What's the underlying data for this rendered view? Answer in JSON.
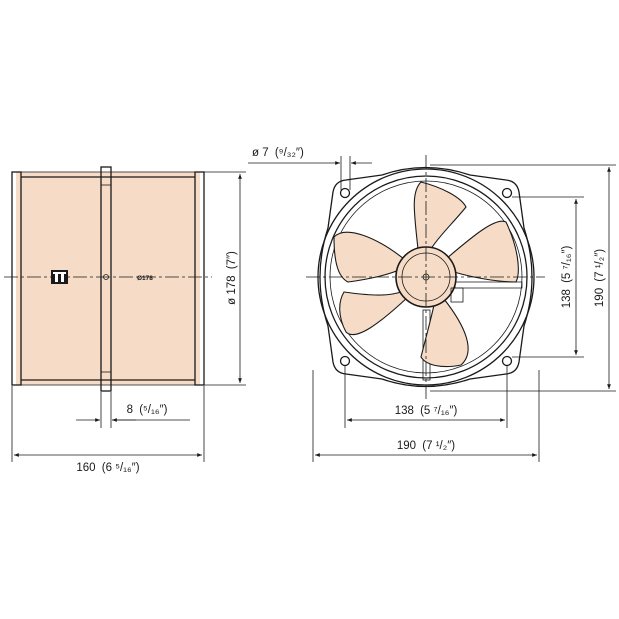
{
  "colors": {
    "line": "#1a1a1a",
    "fill": "#f6dcc6",
    "background": "#ffffff"
  },
  "side_view": {
    "inner_diameter_label": "Ø178",
    "logo_icon": "manufacturer-logo-icon"
  },
  "dimensions": {
    "overall_length": {
      "value": "160",
      "fraction": "(6 ⁵/₁₆″)"
    },
    "flange_width": {
      "value": "8",
      "fraction": "(⁵/₁₆″)"
    },
    "body_diameter": {
      "value": "ø 178",
      "fraction": "(7″)"
    },
    "hole_diameter": {
      "value": "ø 7",
      "fraction": "(⁹/₃₂″)"
    },
    "hole_spacing_horizontal": {
      "value": "138",
      "fraction": "(5 ⁷/₁₆″)"
    },
    "hole_spacing_vertical": {
      "value": "138",
      "fraction": "(5 ⁷/₁₆″)"
    },
    "overall_width": {
      "value": "190",
      "fraction": "(7 ¹/₂″)"
    },
    "overall_height": {
      "value": "190",
      "fraction": "(7 ¹/₂″)"
    }
  }
}
